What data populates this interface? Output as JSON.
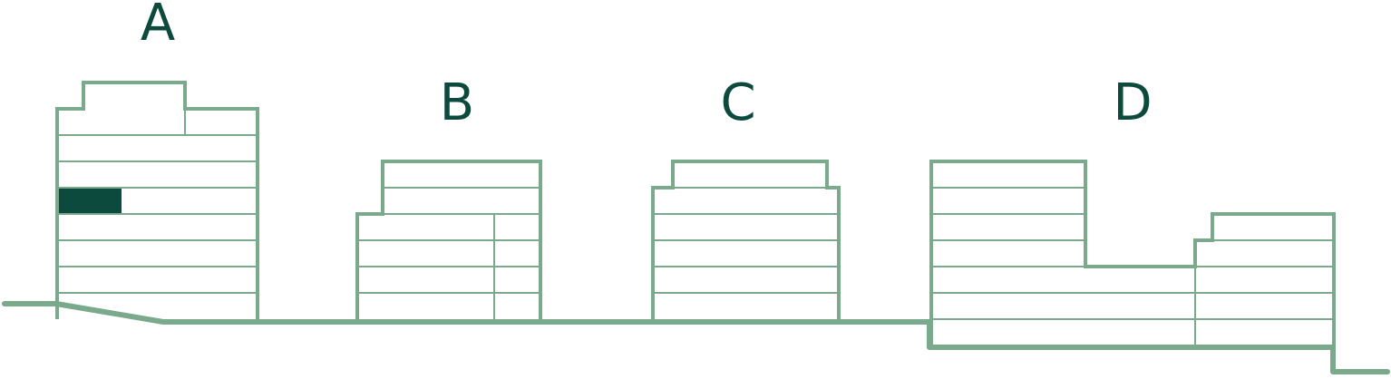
{
  "colors": {
    "stroke": "#7ba98c",
    "label": "#0d4a3e",
    "highlight": "#0d4a3e"
  },
  "buildings": [
    {
      "id": "a",
      "label": "A",
      "highlighted_unit": true
    },
    {
      "id": "b",
      "label": "B"
    },
    {
      "id": "c",
      "label": "C"
    },
    {
      "id": "d",
      "label": "D"
    }
  ]
}
